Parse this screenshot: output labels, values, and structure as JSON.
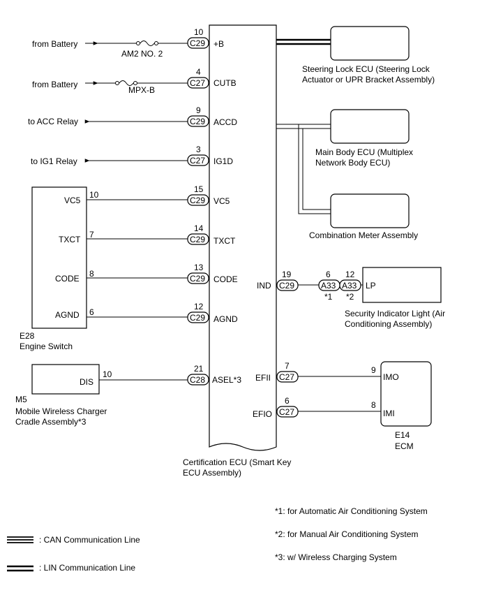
{
  "ecu": {
    "name_line1": "Certification ECU (Smart Key",
    "name_line2": "ECU Assembly)"
  },
  "left_pins": [
    {
      "pin": "10",
      "conn": "C29",
      "label": "+B"
    },
    {
      "pin": "4",
      "conn": "C27",
      "label": "CUTB"
    },
    {
      "pin": "9",
      "conn": "C29",
      "label": "ACCD"
    },
    {
      "pin": "3",
      "conn": "C27",
      "label": "IG1D"
    },
    {
      "pin": "15",
      "conn": "C29",
      "label": "VC5"
    },
    {
      "pin": "14",
      "conn": "C29",
      "label": "TXCT"
    },
    {
      "pin": "13",
      "conn": "C29",
      "label": "CODE"
    },
    {
      "pin": "12",
      "conn": "C29",
      "label": "AGND"
    },
    {
      "pin": "21",
      "conn": "C28",
      "label": "ASEL*3"
    }
  ],
  "right_pins": [
    {
      "pin": "19",
      "conn": "C29",
      "label": "IND"
    },
    {
      "pin": "7",
      "conn": "C27",
      "label": "EFII"
    },
    {
      "pin": "6",
      "conn": "C27",
      "label": "EFIO"
    }
  ],
  "sources": {
    "battery1": "from Battery",
    "fuse1": "AM2 NO. 2",
    "battery2": "from Battery",
    "fuse2": "MPX-B",
    "acc": "to ACC Relay",
    "ig1": "to IG1 Relay"
  },
  "engine_switch": {
    "code": "E28",
    "name": "Engine Switch",
    "pins": [
      {
        "label": "VC5",
        "pin": "10"
      },
      {
        "label": "TXCT",
        "pin": "7"
      },
      {
        "label": "CODE",
        "pin": "8"
      },
      {
        "label": "AGND",
        "pin": "6"
      }
    ]
  },
  "charger": {
    "code": "M5",
    "name_line1": "Mobile Wireless Charger",
    "name_line2": "Cradle Assembly*3",
    "pin_label": "DIS",
    "pin": "10"
  },
  "modules": {
    "steering_line1": "Steering Lock ECU (Steering Lock",
    "steering_line2": "Actuator or UPR Bracket Assembly)",
    "mainbody_line1": "Main Body ECU (Multiplex",
    "mainbody_line2": "Network Body ECU)",
    "meter": "Combination Meter Assembly"
  },
  "indicator": {
    "pin1": "6",
    "conn1": "A33",
    "note1": "*1",
    "pin2": "12",
    "conn2": "A33",
    "note2": "*2",
    "label": "LP",
    "name_line1": "Security Indicator Light (Air",
    "name_line2": "Conditioning Assembly)"
  },
  "ecm": {
    "pin_imo": "9",
    "label_imo": "IMO",
    "pin_imi": "8",
    "label_imi": "IMI",
    "code": "E14",
    "name": "ECM"
  },
  "notes": [
    "*1: for Automatic Air Conditioning System",
    "*2: for Manual Air Conditioning System",
    "*3: w/ Wireless Charging System"
  ],
  "legend": {
    "can": ": CAN Communication Line",
    "lin": ": LIN Communication Line"
  }
}
